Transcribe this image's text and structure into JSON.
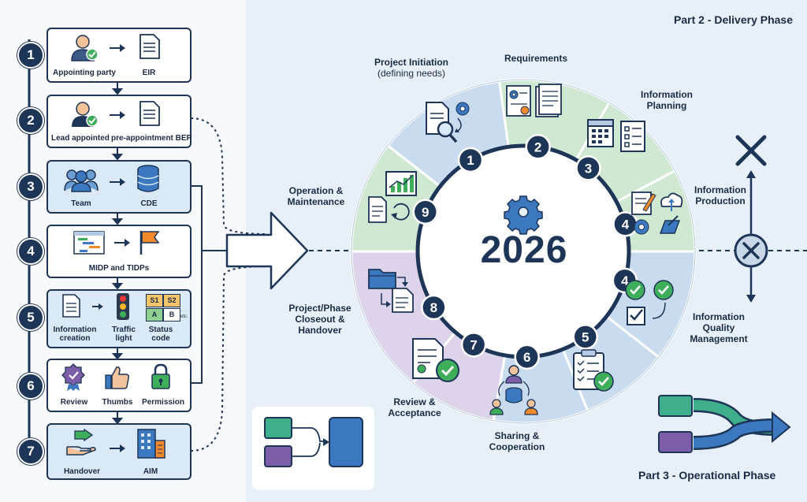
{
  "left_steps": [
    {
      "num": "1",
      "labels": [
        "Appointing party",
        "EIR"
      ]
    },
    {
      "num": "2",
      "labels": [
        "Lead appointed",
        "pre-appointment BEP"
      ]
    },
    {
      "num": "3",
      "labels": [
        "Team",
        "CDE"
      ]
    },
    {
      "num": "4",
      "labels": [
        "MIDP and TIDPs"
      ]
    },
    {
      "num": "5",
      "labels": [
        "Information creation",
        "Traffic light",
        "Status code"
      ],
      "status_cells": [
        "S1",
        "S2",
        "A",
        "B",
        "etc."
      ]
    },
    {
      "num": "6",
      "labels": [
        "Review",
        "Thumbs",
        "Permission"
      ]
    },
    {
      "num": "7",
      "labels": [
        "Handover",
        "AIM"
      ]
    }
  ],
  "part2_title": "Part 2 - Delivery Phase",
  "part3_title": "Part 3 - Operational Phase",
  "center_year": "2026",
  "stages": [
    {
      "key": "initiation",
      "line1": "Project Initiation",
      "line2": "(defining needs)"
    },
    {
      "key": "requirements",
      "line1": "Requirements"
    },
    {
      "key": "planning",
      "line1": "Information",
      "line2": "Planning"
    },
    {
      "key": "production",
      "line1": "Information",
      "line2": "Production"
    },
    {
      "key": "quality",
      "line1": "Information",
      "line2": "Quality",
      "line3": "Management"
    },
    {
      "key": "sharing",
      "line1": "Sharing &",
      "line2": "Cooperation"
    },
    {
      "key": "review",
      "line1": "Review &",
      "line2": "Acceptance"
    },
    {
      "key": "closeout",
      "line1": "Project/Phase",
      "line2": "Closeout &",
      "line3": "Handover"
    },
    {
      "key": "operation",
      "line1": "Operation &",
      "line2": "Maintenance"
    }
  ],
  "ring_numbers": [
    "1",
    "2",
    "3",
    "4",
    "4",
    "5",
    "6",
    "7",
    "8",
    "9"
  ],
  "colors": {
    "navy": "#1d3557",
    "blue_sector": "#c9dcef",
    "green_sector": "#cfe8d2",
    "purple_sector": "#ddd3ea",
    "accent_orange": "#f08a2c",
    "check_green": "#3fae5a"
  }
}
